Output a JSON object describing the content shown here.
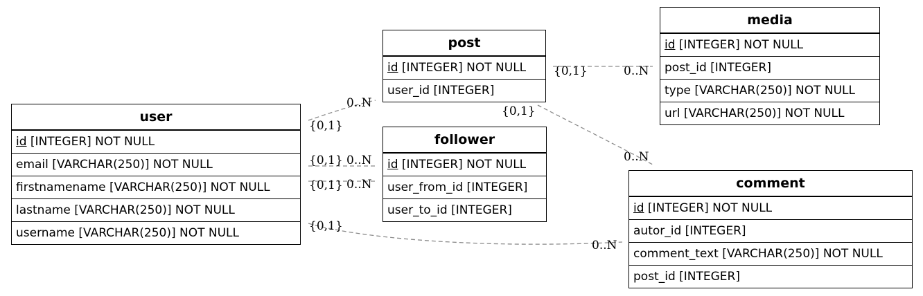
{
  "entities": {
    "user": {
      "title": "user",
      "attributes": [
        {
          "key": "id",
          "rest": " [INTEGER] NOT NULL"
        },
        {
          "key": "",
          "rest": "email [VARCHAR(250)] NOT NULL"
        },
        {
          "key": "",
          "rest": "firstnamename [VARCHAR(250)] NOT NULL"
        },
        {
          "key": "",
          "rest": "lastname [VARCHAR(250)] NOT NULL"
        },
        {
          "key": "",
          "rest": "username [VARCHAR(250)] NOT NULL"
        }
      ]
    },
    "post": {
      "title": "post",
      "attributes": [
        {
          "key": "id",
          "rest": " [INTEGER] NOT NULL"
        },
        {
          "key": "",
          "rest": "user_id [INTEGER]"
        }
      ]
    },
    "follower": {
      "title": "follower",
      "attributes": [
        {
          "key": "id",
          "rest": " [INTEGER] NOT NULL"
        },
        {
          "key": "",
          "rest": "user_from_id [INTEGER]"
        },
        {
          "key": "",
          "rest": "user_to_id [INTEGER]"
        }
      ]
    },
    "media": {
      "title": "media",
      "attributes": [
        {
          "key": "id",
          "rest": " [INTEGER] NOT NULL"
        },
        {
          "key": "",
          "rest": "post_id [INTEGER]"
        },
        {
          "key": "",
          "rest": "type [VARCHAR(250)] NOT NULL"
        },
        {
          "key": "",
          "rest": "url [VARCHAR(250)] NOT NULL"
        }
      ]
    },
    "comment": {
      "title": "comment",
      "attributes": [
        {
          "key": "id",
          "rest": " [INTEGER] NOT NULL"
        },
        {
          "key": "",
          "rest": "autor_id [INTEGER]"
        },
        {
          "key": "",
          "rest": "comment_text [VARCHAR(250)] NOT NULL"
        },
        {
          "key": "",
          "rest": "post_id [INTEGER]"
        }
      ]
    }
  },
  "relationships": [
    {
      "name": "user-post",
      "one": "{0,1}",
      "many": "0..N"
    },
    {
      "name": "user-follower-from",
      "one": "{0,1}",
      "many": "0..N"
    },
    {
      "name": "user-follower-to",
      "one": "{0,1}",
      "many": "0..N"
    },
    {
      "name": "user-comment",
      "one": "{0,1}",
      "many": "0..N"
    },
    {
      "name": "post-media",
      "one": "{0,1}",
      "many": "0..N"
    },
    {
      "name": "post-comment",
      "one": "{0,1}",
      "many": "0..N"
    }
  ],
  "colors": {
    "edge": "#8a8a8a",
    "border": "#000000",
    "background": "#ffffff"
  }
}
